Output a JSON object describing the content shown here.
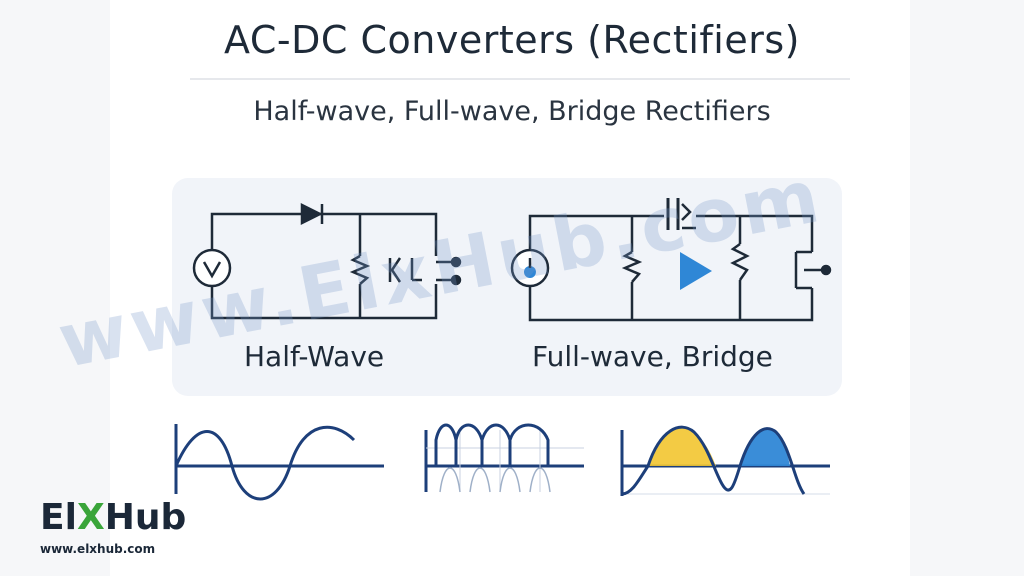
{
  "title": "AC-DC Converters (Rectifiers)",
  "subtitle": "Half-wave, Full-wave, Bridge Rectifiers",
  "circuits": {
    "half_wave": {
      "label": "Half-Wave",
      "components": [
        "ac-source-icon",
        "diode-icon",
        "resistor-icon",
        "load-icon"
      ]
    },
    "full_wave": {
      "label": "Full-wave, Bridge",
      "components": [
        "dc-source-icon",
        "switch-icon",
        "resistor-icon",
        "arrow-icon",
        "resistor-icon",
        "load-icon"
      ]
    }
  },
  "waveforms": [
    {
      "name": "ac-sine",
      "color": "#1d3f7a"
    },
    {
      "name": "full-wave-rectified",
      "color": "#1d3f7a"
    },
    {
      "name": "half-wave-pulses",
      "colors": [
        "#f2c530",
        "#2f87d6"
      ]
    }
  ],
  "watermark": "www.ElxHub.com",
  "logo": {
    "el": "El",
    "x": "X",
    "hub": "Hub",
    "url": "www.elxhub.com"
  },
  "colors": {
    "text": "#1e2a38",
    "wire": "#1e2a38",
    "accent_blue": "#2f87d6",
    "accent_yellow": "#f2c530",
    "logo_green": "#3aa53a"
  }
}
